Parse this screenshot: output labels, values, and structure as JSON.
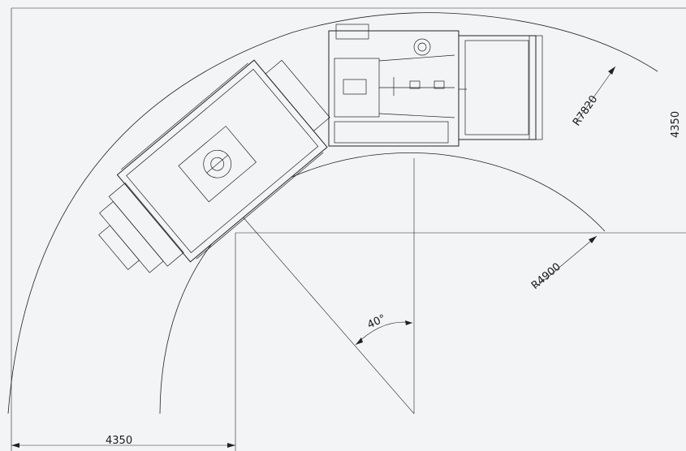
{
  "diagram": {
    "angle_label": "40°",
    "outer_radius_label": "R7820",
    "inner_radius_label": "R4900",
    "bottom_width_label": "4350",
    "right_width_label": "4350",
    "line_color": "#222222",
    "background": "#f2f4f6"
  }
}
